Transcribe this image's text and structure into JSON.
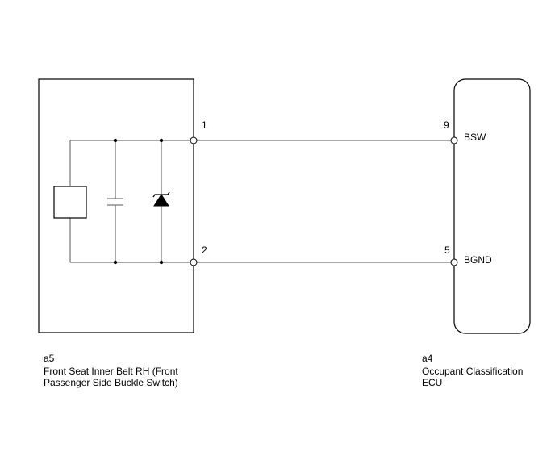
{
  "components": {
    "left": {
      "code": "a5",
      "name_line1": "Front Seat Inner Belt RH (Front",
      "name_line2": "Passenger Side Buckle Switch)"
    },
    "right": {
      "code": "a4",
      "name_line1": "Occupant Classification",
      "name_line2": "ECU"
    }
  },
  "pins": {
    "left_top": "1",
    "left_bottom": "2",
    "right_top": "9",
    "right_bottom": "5"
  },
  "signals": {
    "top": "BSW",
    "bottom": "BGND"
  },
  "colors": {
    "stroke": "#000000",
    "wire": "#555555",
    "background": "#ffffff"
  }
}
